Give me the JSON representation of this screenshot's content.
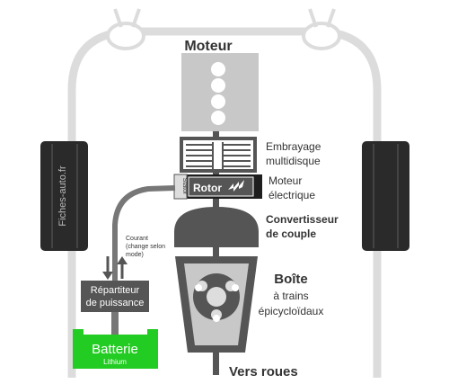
{
  "labels": {
    "moteur": "Moteur",
    "embrayage_1": "Embrayage",
    "embrayage_2": "multidisque",
    "moteur_elec_1": "Moteur",
    "moteur_elec_2": "électrique",
    "rotor": "Rotor",
    "stator": "Stator",
    "convertisseur_1": "Convertisseur",
    "convertisseur_2": "de couple",
    "boite_1": "Boîte",
    "boite_2": "à trains",
    "boite_3": "épicycloïdaux",
    "vers_roues": "Vers roues",
    "repartiteur_1": "Répartiteur",
    "repartiteur_2": "de puissance",
    "courant_1": "Courant",
    "courant_2": "(change selon",
    "courant_3": "mode)",
    "batterie": "Batterie",
    "lithium": "Lithium",
    "watermark": "Fiches-auto.fr"
  },
  "colors": {
    "chassis": "#dcdcdc",
    "engine_box": "#c8c8c8",
    "dark": "#555555",
    "tire": "#2a2a2a",
    "battery": "#22cc22",
    "text": "#333333"
  }
}
